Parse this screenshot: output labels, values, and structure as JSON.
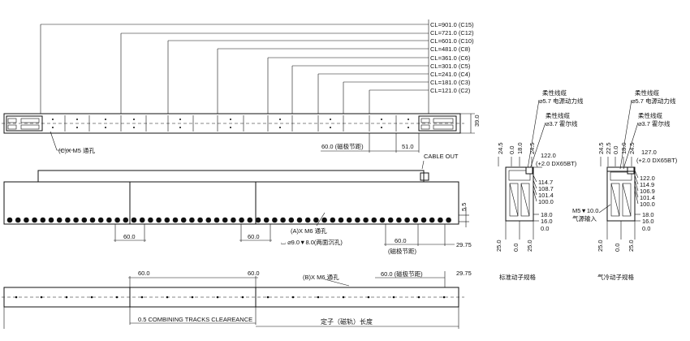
{
  "cl_labels": [
    "CL=901.0 (C15)",
    "CL=721.0 (C12)",
    "CL=601.0 (C10)",
    "CL=481.0 (C8)",
    "CL=361.0 (C6)",
    "CL=301.0 (C5)",
    "CL=241.0 (C4)",
    "CL=181.0 (C3)",
    "CL=121.0 (C2)"
  ],
  "top_view": {
    "height_dim": "39.0",
    "hole_note": "(C)X M5 通孔",
    "pitch_dim": "60.0 (磁极节距)",
    "end_dim": "51.0",
    "cable_out": "CABLE OUT"
  },
  "side_view": {
    "pitch_a": "60.0",
    "pitch_b": "60.0",
    "gap_dim": "5.5",
    "hole_note": "(A)X M6 通孔",
    "counterbore_note": "⌴ ⌀9.0▼8.0(两面沉孔)",
    "pitch_dim": "60.0",
    "pitch_note": "(磁极节距)",
    "end_dim": "29.75"
  },
  "track_view": {
    "pitch_a": "60.0",
    "pitch_b": "60.0",
    "hole_note": "(B)X M6 通孔",
    "pitch_dim": "60.0 (磁极节距)",
    "end_dim": "29.75",
    "clearance_note": "0.5 COMBINING TRACKS CLEAREANCE",
    "length_note": "定子（磁轨）长度"
  },
  "std_section": {
    "cable_label_1": "柔性线缆",
    "cable_label_2": "⌀5.7 电源动力线",
    "cable_label_3": "柔性线缆",
    "cable_label_4": "⌀3.7 霍尔线",
    "top_dims": [
      "24.5",
      "0.0",
      "18.0",
      "24.5"
    ],
    "height_1": "122.0",
    "height_2": "(+2.0 DX65BT)",
    "right_dims": [
      "114.7",
      "108.7",
      "101.4",
      "100.0"
    ],
    "lower_dims": [
      "18.0",
      "16.0",
      "0.0"
    ],
    "bottom_dims": [
      "25.0",
      "0.0",
      "25.0"
    ],
    "caption": "标准动子规格"
  },
  "air_section": {
    "cable_label_1": "柔性线缆",
    "cable_label_2": "⌀5.7 电源动力线",
    "cable_label_3": "柔性线缆",
    "cable_label_4": "⌀3.7 霍尔线",
    "top_dims": [
      "24.5",
      "22.5",
      "0.0",
      "18.0",
      "24.5"
    ],
    "height_1": "127.0",
    "height_2": "(+2.0 DX65BT)",
    "right_dims": [
      "122.0",
      "114.9",
      "106.9",
      "101.4",
      "100.0"
    ],
    "air_note_1": "M5▼10.0",
    "air_note_2": "气源输入",
    "lower_dims": [
      "18.0",
      "16.0",
      "0.0"
    ],
    "bottom_dims": [
      "25.0",
      "0.0",
      "25.0"
    ],
    "caption": "气冷动子规格"
  }
}
